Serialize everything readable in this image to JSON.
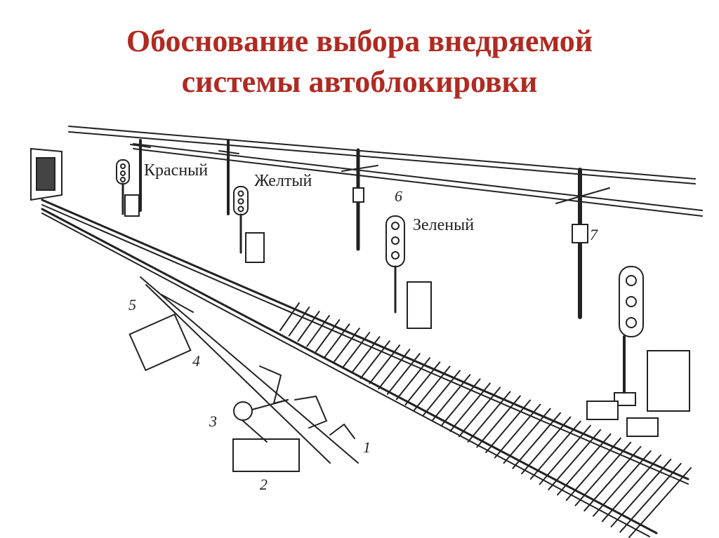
{
  "title": {
    "line1": "Обоснование выбора внедряемой",
    "line2": "системы автоблокировки"
  },
  "signals": {
    "red": "Красный",
    "yellow": "Желтый",
    "green": "Зеленый"
  },
  "markers": [
    "1",
    "2",
    "3",
    "4",
    "5",
    "6",
    "7"
  ],
  "colors": {
    "title": "#b02a22",
    "ink": "#222222"
  }
}
